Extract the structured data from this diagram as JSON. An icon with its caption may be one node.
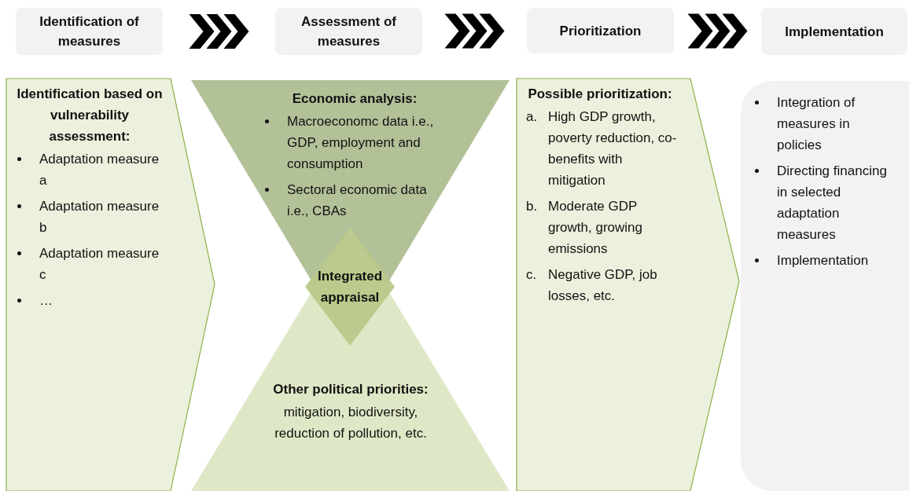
{
  "diagram": {
    "nodes": [
      {
        "text": [
          "Identification of measures"
        ]
      },
      {
        "text": [
          "Assessment of measures"
        ]
      },
      {
        "text": [
          "Prioritization"
        ]
      },
      {
        "text": [
          "Implementation"
        ]
      },
      {
        "text": [
          "Identification based on vulnerability assessment:",
          "Adaptation measure a",
          "Adaptation measure b",
          "Adaptation measure c",
          "…"
        ]
      },
      {
        "text": [
          "Economic analysis:",
          "Macroeconomc data i.e., GDP, employment and consumption",
          "Sectoral economic data i.e., CBAs"
        ]
      },
      {
        "text": [
          "Other political priorities:",
          "mitigation, biodiversity, reduction of pollution, etc."
        ]
      },
      {
        "text": [
          "Integrated appraisal"
        ]
      },
      {
        "text": [
          "Possible prioritization:",
          "High GDP growth, poverty reduction, co-benefits with mitigation",
          "Moderate GDP growth, growing emissions",
          "Negative GDP, job losses, etc."
        ]
      },
      {
        "text": [
          "Integration of measures in policies",
          "Directing financing in selected adaptation measures",
          "Implementation"
        ]
      }
    ],
    "edges": [
      {
        "from": 0,
        "to": 1,
        "arrow": "to"
      },
      {
        "from": 1,
        "to": 2,
        "arrow": "to"
      },
      {
        "from": 2,
        "to": 3,
        "arrow": "to"
      }
    ],
    "labels": [
      "a.",
      "b.",
      "c."
    ]
  }
}
